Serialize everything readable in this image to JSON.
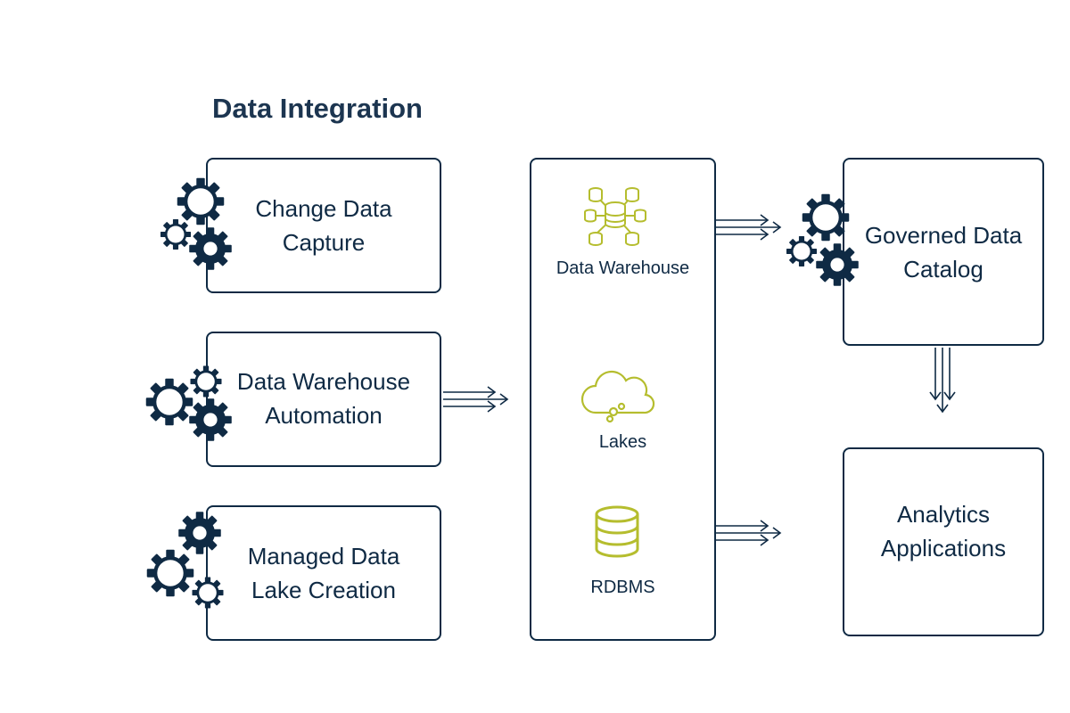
{
  "title": "Data Integration",
  "sources": [
    {
      "label": "Change Data\nCapture"
    },
    {
      "label": "Data Warehouse\nAutomation"
    },
    {
      "label": "Managed Data\nLake Creation"
    }
  ],
  "stores": [
    {
      "label": "Data Warehouse",
      "icon": "database-network-icon"
    },
    {
      "label": "Lakes",
      "icon": "cloud-gear-icon"
    },
    {
      "label": "RDBMS",
      "icon": "database-cylinder-icon"
    }
  ],
  "targets": [
    {
      "label": "Governed Data\nCatalog"
    },
    {
      "label": "Analytics\nApplications"
    }
  ],
  "colors": {
    "navy": "#0f2a44",
    "accent": "#b5bd2e"
  }
}
